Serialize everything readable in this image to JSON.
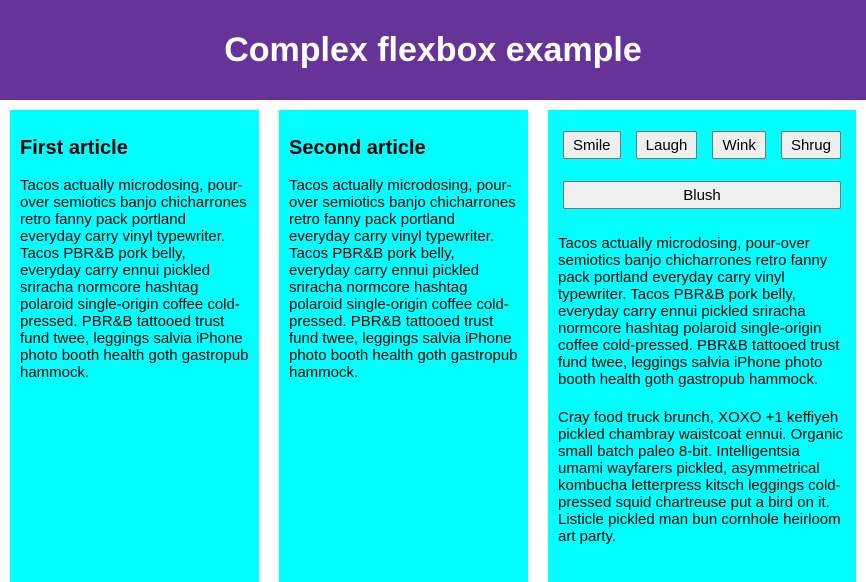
{
  "header": {
    "title": "Complex flexbox example"
  },
  "articles": [
    {
      "title": "First article",
      "body": "Tacos actually microdosing, pour-over semiotics banjo chicharrones retro fanny pack portland everyday carry vinyl typewriter. Tacos PBR&B pork belly, everyday carry ennui pickled sriracha normcore hashtag polaroid single-origin coffee cold-pressed. PBR&B tattooed trust fund twee, leggings salvia iPhone photo booth health goth gastropub hammock."
    },
    {
      "title": "Second article",
      "body": "Tacos actually microdosing, pour-over semiotics banjo chicharrones retro fanny pack portland everyday carry vinyl typewriter. Tacos PBR&B pork belly, everyday carry ennui pickled sriracha normcore hashtag polaroid single-origin coffee cold-pressed. PBR&B tattooed trust fund twee, leggings salvia iPhone photo booth health goth gastropub hammock."
    },
    {
      "buttons": [
        "Smile",
        "Laugh",
        "Wink",
        "Shrug"
      ],
      "wide_button": "Blush",
      "paragraphs": [
        "Tacos actually microdosing, pour-over semiotics banjo chicharrones retro fanny pack portland everyday carry vinyl typewriter. Tacos PBR&B pork belly, everyday carry ennui pickled sriracha normcore hashtag polaroid single-origin coffee cold-pressed. PBR&B tattooed trust fund twee, leggings salvia iPhone photo booth health goth gastropub hammock.",
        "Cray food truck brunch, XOXO +1 keffiyeh pickled chambray waistcoat ennui. Organic small batch paleo 8-bit. Intelligentsia umami wayfarers pickled, asymmetrical kombucha letterpress kitsch leggings cold-pressed squid chartreuse put a bird on it. Listicle pickled man bun cornhole heirloom art party."
      ]
    }
  ],
  "colors": {
    "header_bg": "#663399",
    "header_text": "#ffffff",
    "article_bg": "#00ffff"
  }
}
